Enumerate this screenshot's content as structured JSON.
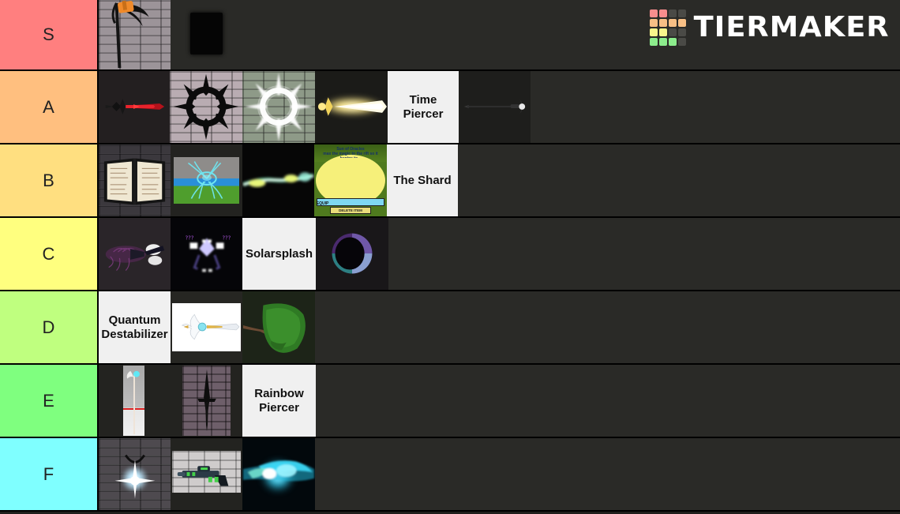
{
  "brand": {
    "name": "TIERMAKER",
    "logo_colors": [
      "#f98d8d",
      "#f98d8d",
      "#4a4a46",
      "#4a4a46",
      "#f8bf85",
      "#f8bf85",
      "#f8bf85",
      "#f8bf85",
      "#f8f58b",
      "#f8f58b",
      "#4a4a46",
      "#4a4a46",
      "#8ced8c",
      "#8ced8c",
      "#8ced8c",
      "#4a4a46"
    ]
  },
  "page": {
    "background": "#1f1f1c",
    "row_border": "#000000",
    "item_track_bg": "#2a2a27"
  },
  "tiers": [
    {
      "label": "S",
      "color": "#ff7f7f",
      "height": 90,
      "items": [
        {
          "name": "scythe-on-brick",
          "type": "image",
          "label": "",
          "width": 91
        },
        {
          "name": "black-square-item",
          "type": "image",
          "label": "",
          "width": 91
        }
      ]
    },
    {
      "label": "A",
      "color": "#ffbf7f",
      "height": 93,
      "items": [
        {
          "name": "red-greatsword",
          "type": "image",
          "label": "",
          "width": 90
        },
        {
          "name": "black-sun-emblem",
          "type": "image",
          "label": "",
          "width": 92
        },
        {
          "name": "white-sun-emblem",
          "type": "image",
          "label": "",
          "width": 92
        },
        {
          "name": "golden-glowing-sword",
          "type": "image",
          "label": "",
          "width": 92
        },
        {
          "name": "time-piercer",
          "type": "text",
          "label": "Time Piercer",
          "width": 90
        },
        {
          "name": "thin-dark-needle-sword",
          "type": "image",
          "label": "",
          "width": 91
        }
      ]
    },
    {
      "label": "B",
      "color": "#ffdf80",
      "height": 93,
      "items": [
        {
          "name": "open-spellbook",
          "type": "image",
          "label": "",
          "width": 91
        },
        {
          "name": "cyan-spider-creature",
          "type": "image",
          "label": "",
          "width": 91
        },
        {
          "name": "green-energy-beam",
          "type": "image",
          "label": "",
          "width": 91
        },
        {
          "name": "yellow-sun-screenshot",
          "type": "image",
          "label": "",
          "width": 92
        },
        {
          "name": "the-shard",
          "type": "text",
          "label": "The Shard",
          "width": 90
        }
      ]
    },
    {
      "label": "C",
      "color": "#ffff7f",
      "height": 93,
      "items": [
        {
          "name": "purple-spider-weapon",
          "type": "image",
          "label": "",
          "width": 91
        },
        {
          "name": "glowing-face-mask",
          "type": "image",
          "label": "",
          "width": 91
        },
        {
          "name": "solarsplash",
          "type": "text",
          "label": "Solarsplash",
          "width": 93
        },
        {
          "name": "dark-void-orb",
          "type": "image",
          "label": "",
          "width": 92
        }
      ]
    },
    {
      "label": "D",
      "color": "#bfff7f",
      "height": 93,
      "items": [
        {
          "name": "quantum-destabilizer",
          "type": "text",
          "label": "Quantum Destabilizer",
          "width": 91
        },
        {
          "name": "white-winged-blade",
          "type": "image",
          "label": "",
          "width": 91
        },
        {
          "name": "green-leaf-branch",
          "type": "image",
          "label": "",
          "width": 92
        }
      ]
    },
    {
      "label": "E",
      "color": "#7fff7f",
      "height": 93,
      "items": [
        {
          "name": "white-staff-cyan-gem",
          "type": "image",
          "label": "",
          "width": 91
        },
        {
          "name": "black-dagger-on-brick",
          "type": "image",
          "label": "",
          "width": 91
        },
        {
          "name": "rainbow-piercer",
          "type": "text",
          "label": "Rainbow Piercer",
          "width": 93
        }
      ]
    },
    {
      "label": "F",
      "color": "#7fffff",
      "height": 93,
      "items": [
        {
          "name": "starlight-blade-on-brick",
          "type": "image",
          "label": "",
          "width": 91
        },
        {
          "name": "green-sci-fi-rifle",
          "type": "image",
          "label": "",
          "width": 91
        },
        {
          "name": "cyan-energy-claw",
          "type": "image",
          "label": "",
          "width": 92
        }
      ]
    }
  ]
}
